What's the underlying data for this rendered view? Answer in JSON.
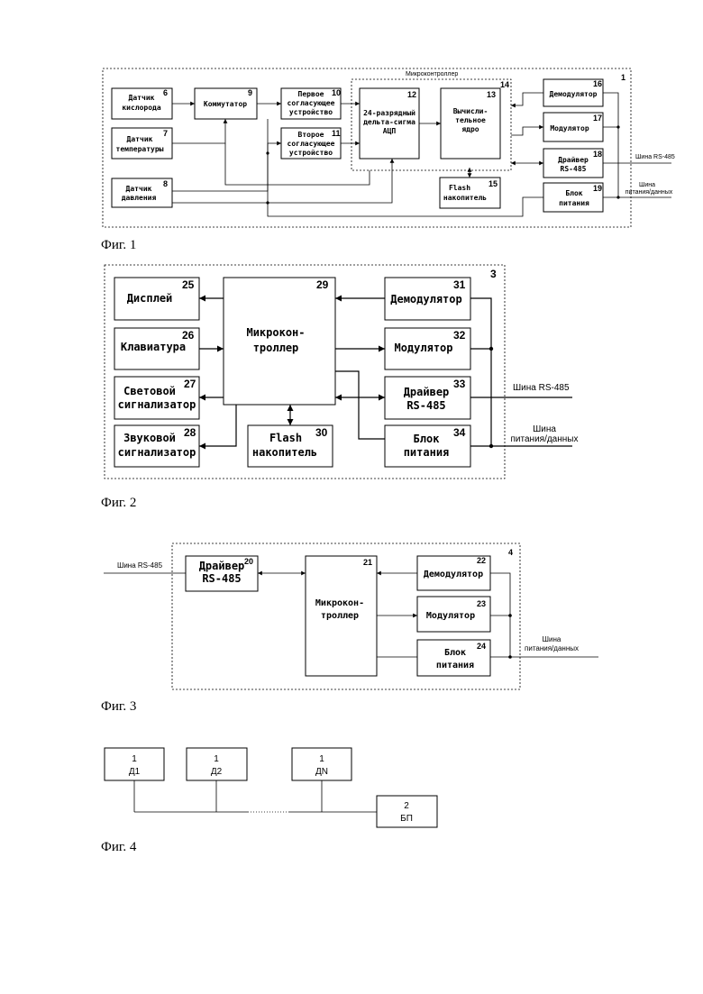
{
  "fig1": {
    "caption": "Фиг. 1",
    "container_num": "1",
    "mc_label": "Микроконтроллер",
    "mc_num": "14",
    "blocks": {
      "oxygen": {
        "l1": "Датчик",
        "l2": "кислорода",
        "num": "6"
      },
      "temp": {
        "l1": "Датчик",
        "l2": "температуры",
        "num": "7"
      },
      "pressure": {
        "l1": "Датчик",
        "l2": "давления",
        "num": "8"
      },
      "commutator": {
        "l1": "Коммутатор",
        "num": "9"
      },
      "match1": {
        "l1": "Первое",
        "l2": "согласующее",
        "l3": "устройство",
        "num": "10"
      },
      "match2": {
        "l1": "Второе",
        "l2": "согласующее",
        "l3": "устройство",
        "num": "11"
      },
      "adc": {
        "l1": "24-разрядный",
        "l2": "дельта-сигма",
        "l3": "АЦП",
        "num": "12"
      },
      "core": {
        "l1": "Вычисли-",
        "l2": "тельное",
        "l3": "ядро",
        "num": "13"
      },
      "flash": {
        "l1": "Flash",
        "l2": "накопитель",
        "num": "15"
      },
      "demod": {
        "l1": "Демодулятор",
        "num": "16"
      },
      "mod": {
        "l1": "Модулятор",
        "num": "17"
      },
      "driver": {
        "l1": "Драйвер",
        "l2": "RS-485",
        "num": "18"
      },
      "power": {
        "l1": "Блок",
        "l2": "питания",
        "num": "19"
      }
    },
    "ext_rs485": "Шина RS-485",
    "ext_bus_l1": "Шина",
    "ext_bus_l2": "питания/данных"
  },
  "fig2": {
    "caption": "Фиг. 2",
    "container_num": "3",
    "blocks": {
      "display": {
        "l1": "Дисплей",
        "num": "25"
      },
      "keyboard": {
        "l1": "Клавиатура",
        "num": "26"
      },
      "light": {
        "l1": "Световой",
        "l2": "сигнализатор",
        "num": "27"
      },
      "sound": {
        "l1": "Звуковой",
        "l2": "сигнализатор",
        "num": "28"
      },
      "mcu": {
        "l1": "Микрокон-",
        "l2": "троллер",
        "num": "29"
      },
      "flash": {
        "l1": "Flash",
        "l2": "накопитель",
        "num": "30"
      },
      "demod": {
        "l1": "Демодулятор",
        "num": "31"
      },
      "mod": {
        "l1": "Модулятор",
        "num": "32"
      },
      "driver": {
        "l1": "Драйвер",
        "l2": "RS-485",
        "num": "33"
      },
      "power": {
        "l1": "Блок",
        "l2": "питания",
        "num": "34"
      }
    },
    "ext_rs485": "Шина RS-485",
    "ext_bus_l1": "Шина",
    "ext_bus_l2": "питания/данных"
  },
  "fig3": {
    "caption": "Фиг. 3",
    "container_num": "4",
    "blocks": {
      "driver": {
        "l1": "Драйвер",
        "l2": "RS-485",
        "num": "20"
      },
      "mcu": {
        "l1": "Микрокон-",
        "l2": "троллер",
        "num": "21"
      },
      "demod": {
        "l1": "Демодулятор",
        "num": "22"
      },
      "mod": {
        "l1": "Модулятор",
        "num": "23"
      },
      "power": {
        "l1": "Блок",
        "l2": "питания",
        "num": "24"
      }
    },
    "ext_rs485": "Шина RS-485",
    "ext_bus_l1": "Шина",
    "ext_bus_l2": "питания/данных"
  },
  "fig4": {
    "caption": "Фиг. 4",
    "blocks": {
      "d1": {
        "num": "1",
        "label": "Д1"
      },
      "d2": {
        "num": "1",
        "label": "Д2"
      },
      "dn": {
        "num": "1",
        "label": "ДN"
      },
      "bp": {
        "num": "2",
        "label": "БП"
      }
    }
  }
}
